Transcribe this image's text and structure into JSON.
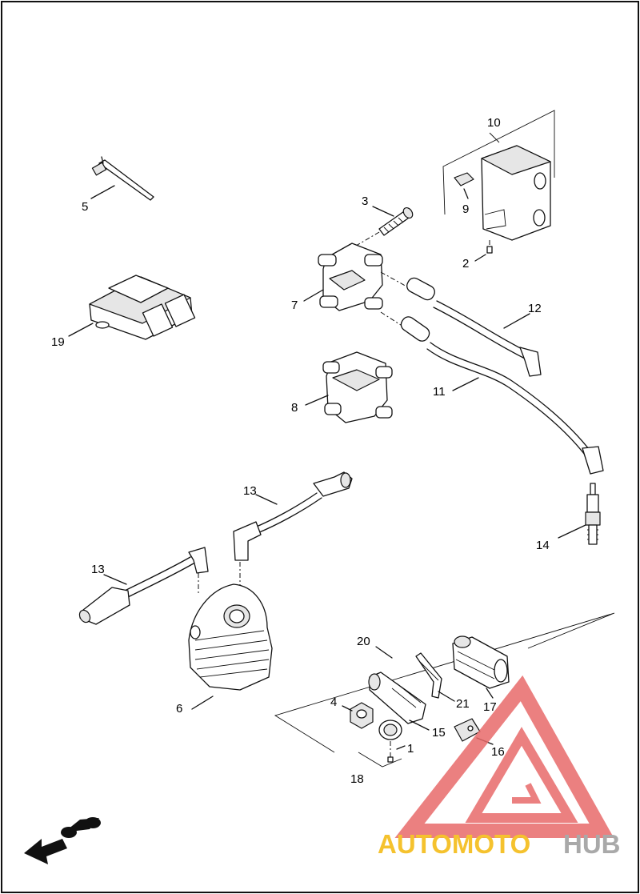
{
  "diagram": {
    "callouts": [
      {
        "id": "c1",
        "text": "1"
      },
      {
        "id": "c2",
        "text": "2"
      },
      {
        "id": "c3",
        "text": "3"
      },
      {
        "id": "c4",
        "text": "4"
      },
      {
        "id": "c5",
        "text": "5"
      },
      {
        "id": "c6",
        "text": "6"
      },
      {
        "id": "c7",
        "text": "7"
      },
      {
        "id": "c8",
        "text": "8"
      },
      {
        "id": "c9",
        "text": "9"
      },
      {
        "id": "c10",
        "text": "10"
      },
      {
        "id": "c11",
        "text": "11"
      },
      {
        "id": "c12",
        "text": "12"
      },
      {
        "id": "c13a",
        "text": "13"
      },
      {
        "id": "c13b",
        "text": "13"
      },
      {
        "id": "c14",
        "text": "14"
      },
      {
        "id": "c15",
        "text": "15"
      },
      {
        "id": "c16",
        "text": "16"
      },
      {
        "id": "c17",
        "text": "17"
      },
      {
        "id": "c18",
        "text": "18"
      },
      {
        "id": "c19",
        "text": "19"
      },
      {
        "id": "c20",
        "text": "20"
      },
      {
        "id": "c21",
        "text": "21"
      }
    ]
  },
  "watermark": {
    "brand_first": "AUTOMOTO",
    "brand_second": "HUB",
    "triangle_color": "#e86a6a",
    "brand_first_color": "#f5c22e",
    "brand_second_color": "#a9a9a9"
  },
  "orientation_icon": "front-arrow-motorcycle-icon"
}
